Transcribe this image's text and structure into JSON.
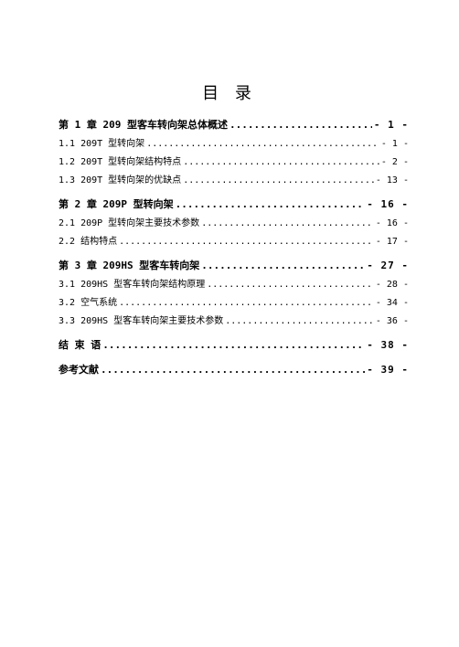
{
  "title": "目 录",
  "chapters": [
    {
      "label": "第 1 章  209 型客车转向架总体概述",
      "page": "- 1 -",
      "sections": [
        {
          "label": "1.1  209T 型转向架",
          "page": "- 1 -"
        },
        {
          "label": "1.2  209T 型转向架结构特点",
          "page": "- 2 -"
        },
        {
          "label": "1.3 209T 型转向架的优缺点",
          "page": "- 13 -"
        }
      ]
    },
    {
      "label": "第 2 章   209P 型转向架",
      "page": "- 16 -",
      "sections": [
        {
          "label": "2.1  209P 型转向架主要技术参数",
          "page": "- 16 -"
        },
        {
          "label": "2.2  结构特点",
          "page": "- 17 -"
        }
      ]
    },
    {
      "label": "第 3 章   209HS 型客车转向架",
      "page": "- 27 -",
      "sections": [
        {
          "label": "3.1  209HS 型客车转向架结构原理",
          "page": "- 28 -"
        },
        {
          "label": "3.2  空气系统",
          "page": "- 34 -"
        },
        {
          "label": "3.3  209HS 型客车转向架主要技术参数",
          "page": "- 36 -"
        }
      ]
    },
    {
      "label": "结  束  语",
      "page": "- 38 -",
      "sections": []
    },
    {
      "label": "参考文献",
      "page": "- 39 -",
      "sections": []
    }
  ]
}
